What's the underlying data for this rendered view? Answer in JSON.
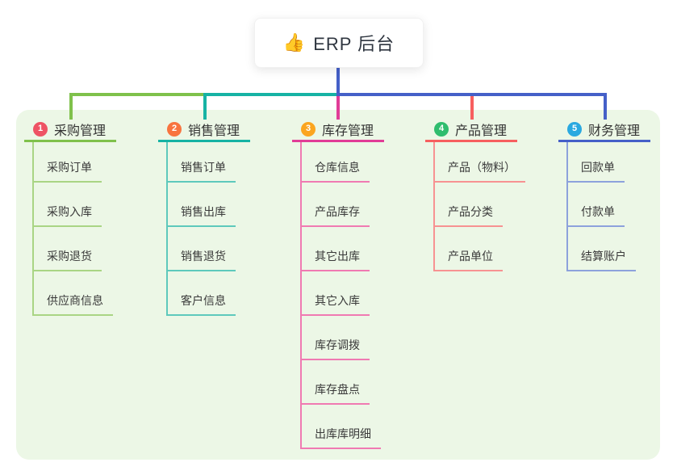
{
  "root": {
    "label": "ERP 后台",
    "icon": "thumbs-up-icon",
    "icon_glyph": "👍"
  },
  "branches": [
    {
      "badge": "1",
      "label": "采购管理",
      "badge_color": "#ee5364",
      "line_color": "#7fc14b",
      "child_line_color": "#a9d584",
      "children": [
        "采购订单",
        "采购入库",
        "采购退货",
        "供应商信息"
      ]
    },
    {
      "badge": "2",
      "label": "销售管理",
      "badge_color": "#f8743f",
      "line_color": "#16b3a4",
      "child_line_color": "#5ec9bc",
      "children": [
        "销售订单",
        "销售出库",
        "销售退货",
        "客户信息"
      ]
    },
    {
      "badge": "3",
      "label": "库存管理",
      "badge_color": "#fba51f",
      "line_color": "#e13c97",
      "child_line_color": "#f07ab2",
      "children": [
        "仓库信息",
        "产品库存",
        "其它出库",
        "其它入库",
        "库存调拨",
        "库存盘点",
        "出库库明细"
      ]
    },
    {
      "badge": "4",
      "label": "产品管理",
      "badge_color": "#2fbd6e",
      "line_color": "#f75f5f",
      "child_line_color": "#f79292",
      "children": [
        "产品（物料）",
        "产品分类",
        "产品单位"
      ]
    },
    {
      "badge": "5",
      "label": "财务管理",
      "badge_color": "#2aa9e0",
      "line_color": "#4560c8",
      "child_line_color": "#8da2dc",
      "children": [
        "回款单",
        "付款单",
        "结算账户"
      ]
    }
  ],
  "colors": {
    "panel_bg": "#ecf7e6",
    "root_stem": "#4560c8",
    "text": "#333333"
  }
}
